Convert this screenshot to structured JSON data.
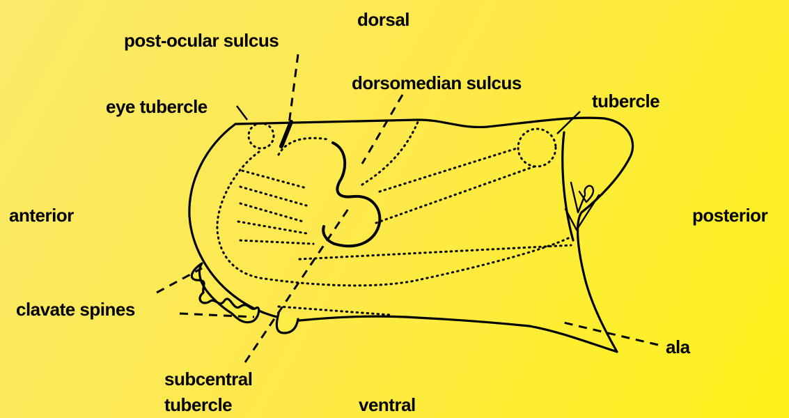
{
  "orientation": {
    "dorsal": "dorsal",
    "ventral": "ventral",
    "anterior": "anterior",
    "posterior": "posterior"
  },
  "labels": {
    "post_ocular_sulcus": "post-ocular sulcus",
    "dorsomedian_sulcus": "dorsomedian sulcus",
    "eye_tubercle": "eye tubercle",
    "tubercle": "tubercle",
    "clavate_spines": "clavate spines",
    "subcentral_line1": "subcentral",
    "subcentral_line2": "tubercle",
    "ala": "ala"
  },
  "colors": {
    "background_from": "#fbe96a",
    "background_to": "#fdf21a",
    "ink": "#000000"
  }
}
